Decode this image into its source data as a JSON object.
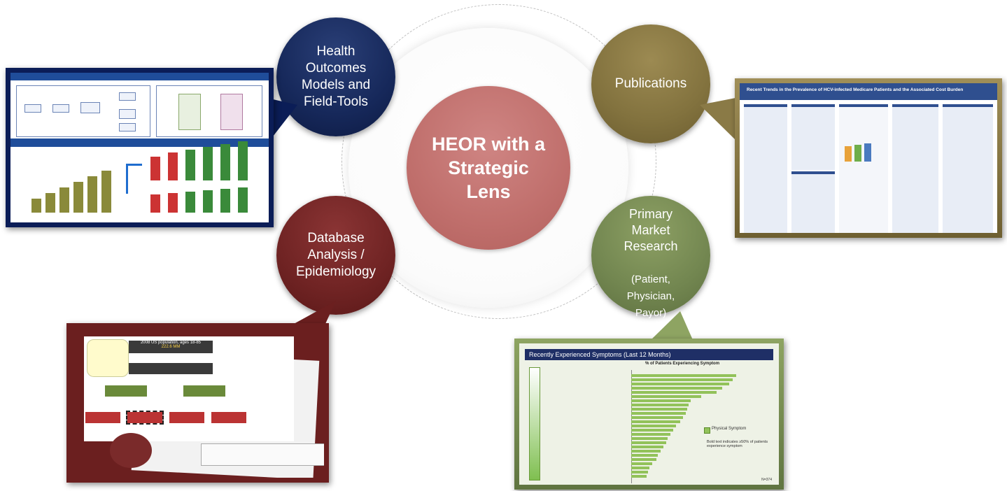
{
  "center": {
    "title": "HEOR with a\nStrategic\nLens"
  },
  "nodes": {
    "health": {
      "label": "Health\nOutcomes\nModels and\nField-Tools",
      "color": "#16285a"
    },
    "publications": {
      "label": "Publications",
      "color": "#82723e"
    },
    "database": {
      "label": "Database\nAnalysis /\nEpidemiology",
      "color": "#6f2323"
    },
    "primary": {
      "label": "Primary\nMarket\nResearch",
      "sub": "(Patient,\nPhysician,\nPayor)",
      "color": "#728650"
    }
  },
  "thumbnails": {
    "publications_title": "Recent Trends in the Prevalence of HCV-infected Medicare Patients and the Associated Cost Burden",
    "symptoms_title": "Recently Experienced Symptoms (Last 12 Months)",
    "symptoms_axis": "% of Patients Experiencing Symptom",
    "symptoms_legend": "Physical Symptom",
    "symptoms_note": "Bold text indicates ≥50% of patients experience symptom",
    "symptoms_n": "N=374",
    "db_top": "2008 US population, ages 18-85",
    "db_top_val": "222.6 MM"
  }
}
